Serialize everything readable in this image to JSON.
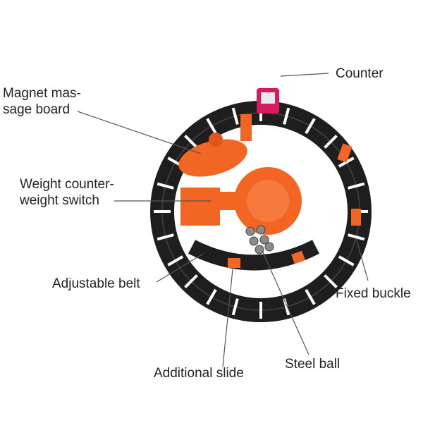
{
  "labels": {
    "counter": "Counter",
    "magnet_line1": "Magnet mas-",
    "magnet_line2": "sage board",
    "weight_line1": "Weight counter-",
    "weight_line2": "weight switch",
    "adjustable_belt": "Adjustable belt",
    "fixed_buckle": "Fixed buckle",
    "additional_slide": "Additional slide",
    "steel_ball": "Steel ball"
  },
  "colors": {
    "ring": "#1e1e1e",
    "accent": "#f26522",
    "counter": "#d81b60",
    "text": "#222222"
  }
}
